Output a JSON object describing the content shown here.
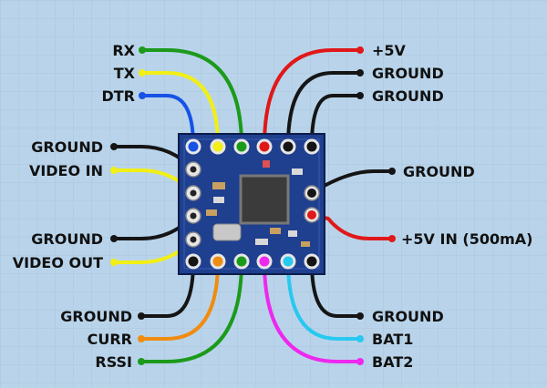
{
  "colors": {
    "background": "#b9d4ea",
    "grid": "#a9c6df",
    "board": "#1f3f8f",
    "black": "#151515",
    "red": "#e01818",
    "green": "#1c9a1c",
    "yellow": "#f2ef14",
    "blue": "#1752e6",
    "orange": "#f08c10",
    "cyan": "#28c8f0",
    "magenta": "#ee28ee"
  },
  "labels": {
    "rx": "RX",
    "tx": "TX",
    "dtr": "DTR",
    "ground_left_1": "GROUND",
    "video_in": "VIDEO IN",
    "ground_left_2": "GROUND",
    "video_out": "VIDEO OUT",
    "ground_bottom_left": "GROUND",
    "curr": "CURR",
    "rssi": "RSSI",
    "plus5v": "+5V",
    "ground_top_right_1": "GROUND",
    "ground_top_right_2": "GROUND",
    "ground_right": "GROUND",
    "plus5v_in": "+5V IN (500mA)",
    "ground_bottom_right": "GROUND",
    "bat1": "BAT1",
    "bat2": "BAT2"
  }
}
